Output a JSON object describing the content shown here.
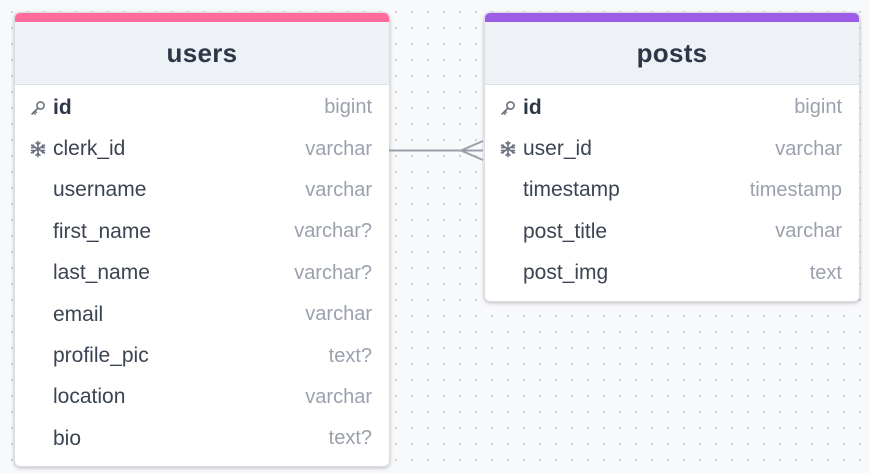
{
  "tables": [
    {
      "id": "users",
      "name": "users",
      "accent_color": "#ff6b9a",
      "columns": [
        {
          "name": "id",
          "type": "bigint",
          "icon": "key-icon",
          "primary": true
        },
        {
          "name": "clerk_id",
          "type": "varchar",
          "icon": "snowflake-icon",
          "primary": false
        },
        {
          "name": "username",
          "type": "varchar",
          "icon": "",
          "primary": false
        },
        {
          "name": "first_name",
          "type": "varchar?",
          "icon": "",
          "primary": false
        },
        {
          "name": "last_name",
          "type": "varchar?",
          "icon": "",
          "primary": false
        },
        {
          "name": "email",
          "type": "varchar",
          "icon": "",
          "primary": false
        },
        {
          "name": "profile_pic",
          "type": "text?",
          "icon": "",
          "primary": false
        },
        {
          "name": "location",
          "type": "varchar",
          "icon": "",
          "primary": false
        },
        {
          "name": "bio",
          "type": "text?",
          "icon": "",
          "primary": false
        }
      ]
    },
    {
      "id": "posts",
      "name": "posts",
      "accent_color": "#9b5de5",
      "columns": [
        {
          "name": "id",
          "type": "bigint",
          "icon": "key-icon",
          "primary": true
        },
        {
          "name": "user_id",
          "type": "varchar",
          "icon": "snowflake-icon",
          "primary": false
        },
        {
          "name": "timestamp",
          "type": "timestamp",
          "icon": "",
          "primary": false
        },
        {
          "name": "post_title",
          "type": "varchar",
          "icon": "",
          "primary": false
        },
        {
          "name": "post_img",
          "type": "text",
          "icon": "",
          "primary": false
        }
      ]
    }
  ],
  "relations": [
    {
      "from_table": "users",
      "from_column": "clerk_id",
      "to_table": "posts",
      "to_column": "user_id",
      "cardinality": "one-to-many",
      "line_color": "#9aa0a8"
    }
  ]
}
